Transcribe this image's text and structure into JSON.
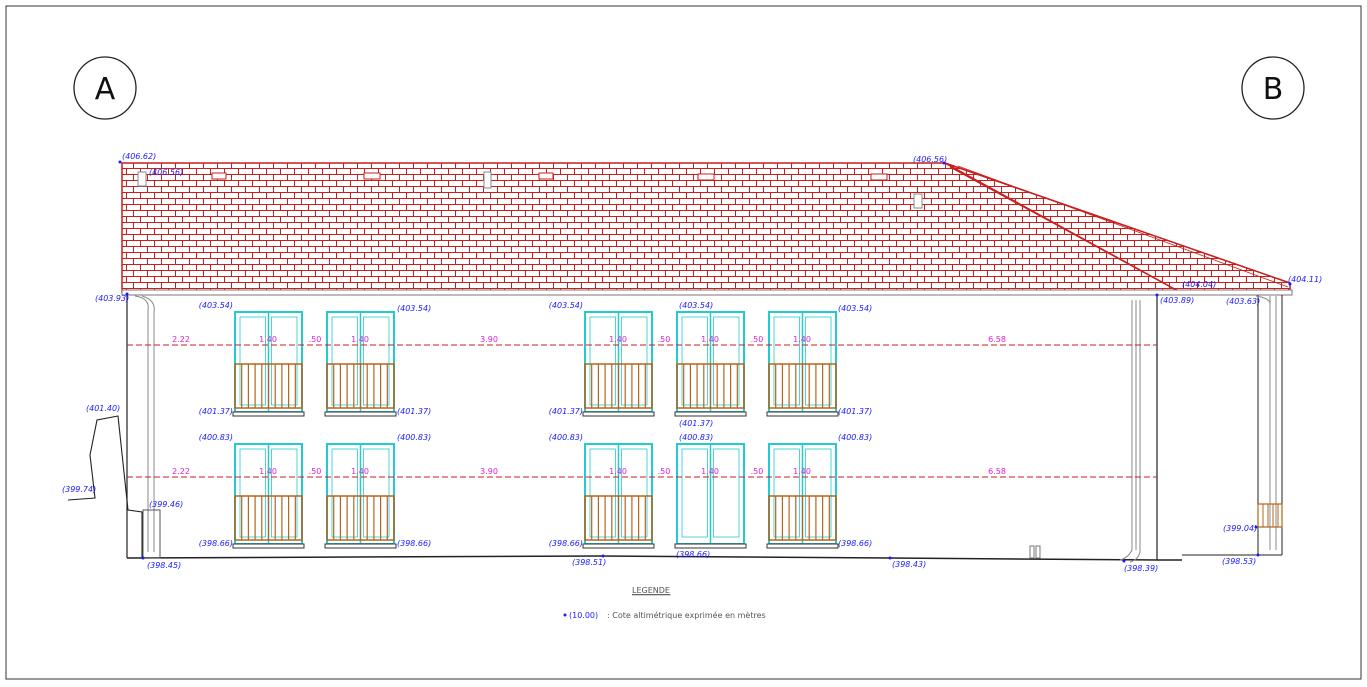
{
  "axes": {
    "left": "A",
    "right": "B"
  },
  "elevations": {
    "ridge_left": "(406.62)",
    "chimney_left": "(406.56)",
    "ridge_right": "(406.56)",
    "eave_left": "(403.93)",
    "eave_right": "(403.89)",
    "wing_eave": "(404.04)",
    "wing_top": "(404.11)",
    "wing_low": "(403.63)",
    "upper_top": [
      "(403.54)",
      "(403.54)",
      "(403.54)",
      "(403.54)",
      "(403.54)"
    ],
    "upper_sill": [
      "(401.37)",
      "(401.37)",
      "(401.37)",
      "(401.37)",
      "(401.37)"
    ],
    "lower_top": [
      "(400.83)",
      "(400.83)",
      "(400.83)",
      "(400.83)",
      "(400.83)"
    ],
    "lower_sill": [
      "(398.66)",
      "(398.66)",
      "(398.66)",
      "(398.66)",
      "(398.66)"
    ],
    "wall_upper": "(401.40)",
    "wall_lower": "(399.74)",
    "step": "(399.46)",
    "ground": [
      "(398.45)",
      "(398.51)",
      "(398.43)",
      "(398.39)",
      "(398.53)"
    ],
    "wing_balcony": "(399.04)"
  },
  "dimensions": {
    "row": [
      "2.22",
      "1.40",
      ".50",
      "1.40",
      "3.90",
      "1.40",
      ".50",
      "1.40",
      ".50",
      "1.40",
      "6.58"
    ]
  },
  "legend": {
    "title": "LEGENDE",
    "sample": "(10.00)",
    "description": ":  Cote altimétrique exprimée en mètres"
  },
  "colors": {
    "roof": "#c81e1e",
    "window": "#22cccc",
    "railing": "#b5651d",
    "elevation": "#1a1aff",
    "dimension": "#e020e0"
  }
}
